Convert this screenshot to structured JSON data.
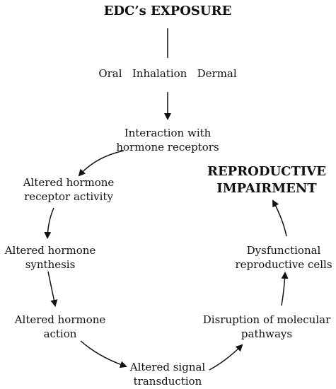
{
  "diagram": {
    "title": "EDC’s EXPOSURE",
    "routes": [
      "Oral",
      "Inhalation",
      "Dermal"
    ],
    "nodes": {
      "interaction": [
        "Interaction with",
        "hormone receptors"
      ],
      "receptor_activity": [
        "Altered hormone",
        "receptor activity"
      ],
      "synthesis": [
        "Altered hormone",
        "synthesis"
      ],
      "action": [
        "Altered hormone",
        "action"
      ],
      "signal": [
        "Altered signal",
        "transduction"
      ],
      "molecular": [
        "Disruption of molecular",
        "pathways"
      ],
      "cells": [
        "Dysfunctional",
        "reproductive cells"
      ],
      "impairment": [
        "REPRODUCTIVE",
        "IMPAIRMENT"
      ]
    },
    "colors": {
      "ink": "#111111"
    }
  }
}
